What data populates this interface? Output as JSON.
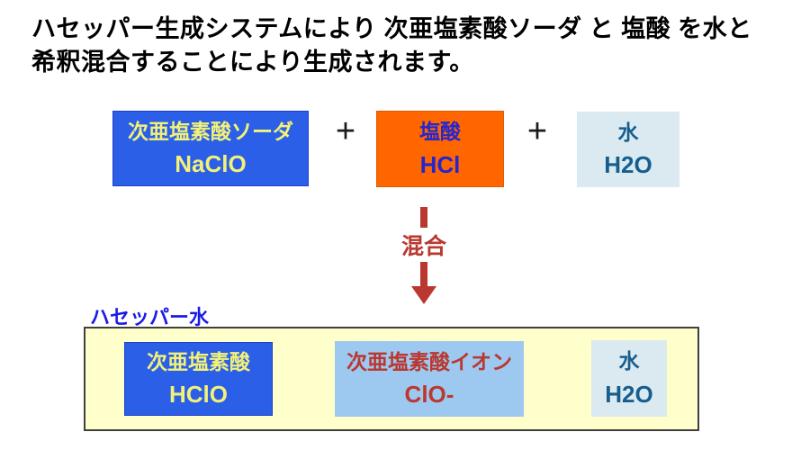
{
  "title": {
    "line1": "ハセッパー生成システムにより 次亜塩素酸ソーダ と 塩酸 を水と",
    "line2": "希釈混合することにより生成されます。"
  },
  "reaction": {
    "plus": "+",
    "mix_label": "混合",
    "inputs": [
      {
        "name": "次亜塩素酸ソーダ",
        "formula": "NaClO"
      },
      {
        "name": "塩酸",
        "formula": "HCl"
      },
      {
        "name": "水",
        "formula": "H2O"
      }
    ]
  },
  "result": {
    "label": "ハセッパー水",
    "components": [
      {
        "name": "次亜塩素酸",
        "formula": "HClO"
      },
      {
        "name": "次亜塩素酸イオン",
        "formula": "ClO-"
      },
      {
        "name": "水",
        "formula": "H2O"
      }
    ]
  },
  "colors": {
    "blue_box": "#2B5FE8",
    "yellow_text": "#F2F178",
    "orange_box": "#FF6600",
    "hcl_text": "#2626CC",
    "light_blue_box": "#DBE9F0",
    "water_text": "#155E8E",
    "mid_blue_box": "#9DC8F0",
    "red_accent": "#B9382F",
    "result_label_text": "#1B1BE8",
    "panel_bg": "#FFFFCC"
  }
}
